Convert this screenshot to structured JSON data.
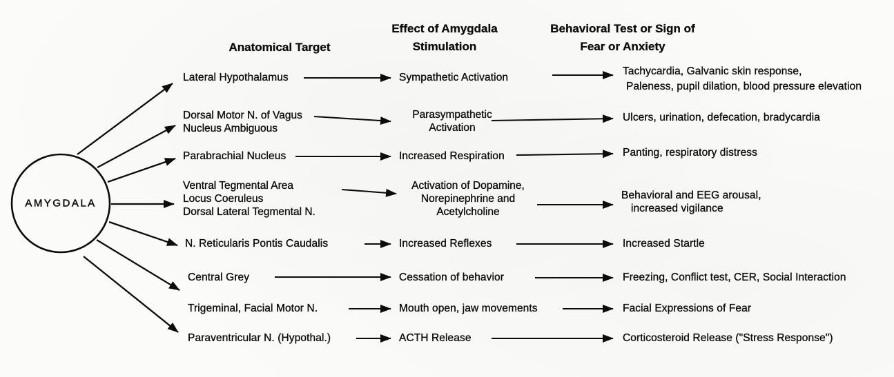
{
  "diagram": {
    "node_label": "AMYGDALA",
    "columns": {
      "target": {
        "title": "Anatomical Target"
      },
      "effect": {
        "title_lines": [
          "Effect of Amygdala",
          "Stimulation"
        ]
      },
      "behavior": {
        "title_lines": [
          "Behavioral Test or Sign of",
          "Fear or Anxiety"
        ]
      }
    },
    "rows": [
      {
        "target": [
          "Lateral Hypothalamus"
        ],
        "effect": [
          "Sympathetic Activation"
        ],
        "behavior": [
          "Tachycardia, Galvanic skin response,",
          "Paleness, pupil dilation, blood pressure elevation"
        ]
      },
      {
        "target": [
          "Dorsal Motor N. of Vagus",
          "Nucleus Ambiguous"
        ],
        "effect": [
          "Parasympathetic",
          "Activation"
        ],
        "behavior": [
          "Ulcers, urination, defecation, bradycardia"
        ]
      },
      {
        "target": [
          "Parabrachial Nucleus"
        ],
        "effect": [
          "Increased Respiration"
        ],
        "behavior": [
          "Panting, respiratory distress"
        ]
      },
      {
        "target": [
          "Ventral Tegmental Area",
          "Locus Coeruleus",
          "Dorsal Lateral Tegmental N."
        ],
        "effect": [
          "Activation of Dopamine,",
          "Norepinephrine and",
          "Acetylcholine"
        ],
        "behavior": [
          "Behavioral and EEG arousal,",
          "increased vigilance"
        ]
      },
      {
        "target": [
          "N. Reticularis Pontis Caudalis"
        ],
        "effect": [
          "Increased Reflexes"
        ],
        "behavior": [
          "Increased Startle"
        ]
      },
      {
        "target": [
          "Central Grey"
        ],
        "effect": [
          "Cessation of behavior"
        ],
        "behavior": [
          "Freezing, Conflict test, CER, Social Interaction"
        ]
      },
      {
        "target": [
          "Trigeminal, Facial Motor N."
        ],
        "effect": [
          "Mouth open, jaw movements"
        ],
        "behavior": [
          "Facial Expressions of Fear"
        ]
      },
      {
        "target": [
          "Paraventricular N. (Hypothal.)"
        ],
        "effect": [
          "ACTH Release"
        ],
        "behavior": [
          "Corticosteroid Release (\"Stress Response\")"
        ]
      }
    ],
    "colors": {
      "ink": "#0c0c0c",
      "background": "#fbfbf9"
    }
  }
}
